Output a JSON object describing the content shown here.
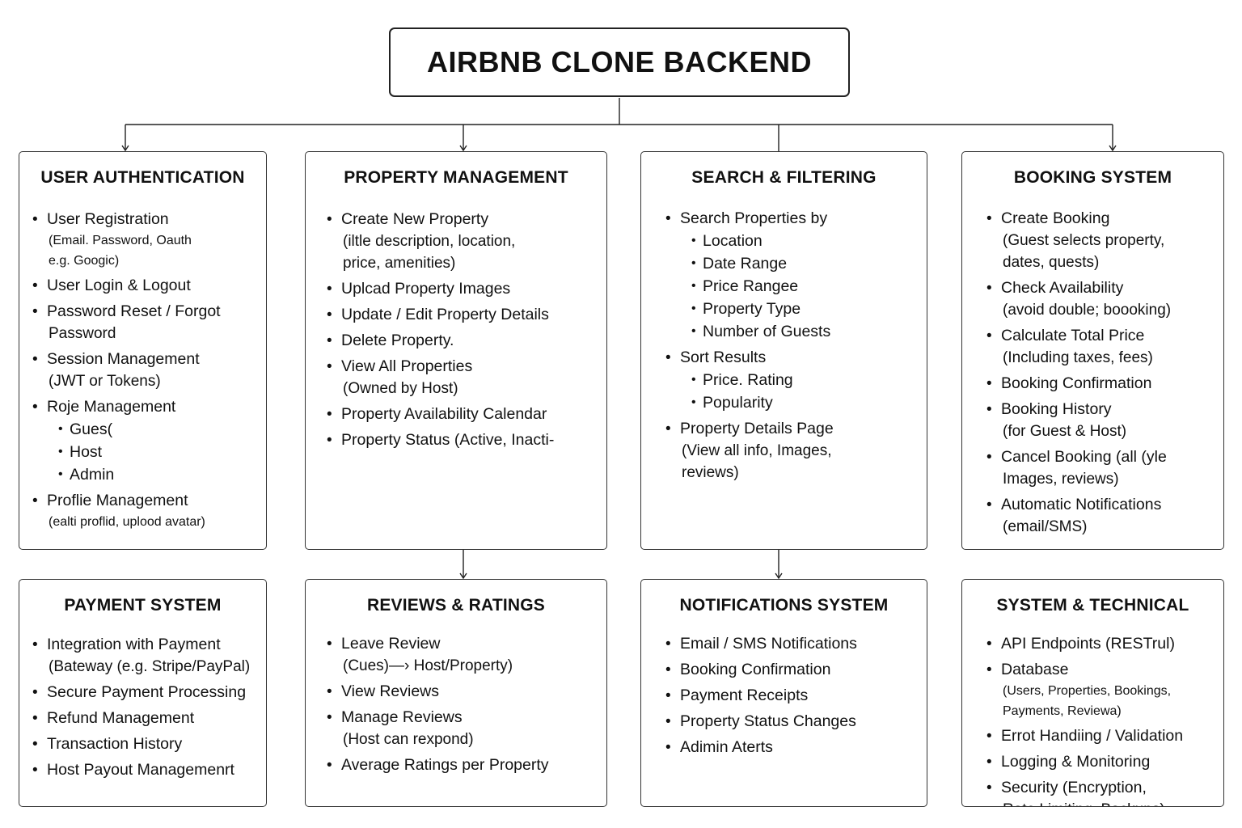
{
  "title": "AIRBNB CLONE BACKEND",
  "boxes": [
    {
      "heading": "USER AUTHENTICATION",
      "items": [
        {
          "text": "User Registration",
          "subs": [
            "(Email. Password, Oauth",
            "e.g. Googic)"
          ],
          "small": true
        },
        {
          "text": "User Login & Logout"
        },
        {
          "text": "Password Reset / Forgot",
          "subs": [
            "Password"
          ]
        },
        {
          "text": "Session Management",
          "subs": [
            "(JWT or Tokens)"
          ]
        },
        {
          "text": "Roje Management",
          "bullets": [
            "Gues(",
            "Host",
            "Admin"
          ]
        },
        {
          "text": "Proflie Management",
          "subs": [
            "(ealti proflid, uplood avatar)"
          ],
          "small": true
        }
      ]
    },
    {
      "heading": "PROPERTY MANAGEMENT",
      "items": [
        {
          "text": "Create New Property",
          "subs": [
            "(iltle  description, location,",
            "price, amenities)"
          ]
        },
        {
          "text": "Uplcad Property Images"
        },
        {
          "text": "Update / Edit Property  Details"
        },
        {
          "text": "Delete Property."
        },
        {
          "text": "View All Properties",
          "subs": [
            "(Owned by Host)"
          ]
        },
        {
          "text": "Property Availability Calendar"
        },
        {
          "text": "Property Status (Active, Inacti-"
        }
      ]
    },
    {
      "heading": "SEARCH & FILTERING",
      "items": [
        {
          "text": "Search Properties by",
          "bullets": [
            "Location",
            "Date Range",
            "Price Rangee",
            "Property Type",
            "Number of Guests"
          ]
        },
        {
          "text": "Sort Results",
          "bullets": [
            "Price. Rating",
            "Popularity"
          ]
        },
        {
          "text": "Property Details Page",
          "subs": [
            "(View all info, Images,",
            "reviews)"
          ]
        }
      ]
    },
    {
      "heading": "BOOKING SYSTEM",
      "items": [
        {
          "text": "Create Booking",
          "subs": [
            "(Guest selects property,",
            "dates, quests)"
          ]
        },
        {
          "text": "Check Availability",
          "subs": [
            "(avoid double; boooking)"
          ]
        },
        {
          "text": "Calculate Total Price",
          "subs": [
            "(Including taxes, fees)"
          ]
        },
        {
          "text": "Booking Confirmation"
        },
        {
          "text": "Booking History",
          "subs": [
            "(for Guest & Host)"
          ]
        },
        {
          "text": "Cancel Booking (all (yle",
          "subs": [
            "Images, reviews)"
          ]
        },
        {
          "text": "Automatic Notifications",
          "subs": [
            "(email/SMS)"
          ]
        }
      ]
    },
    {
      "heading": "PAYMENT SYSTEM",
      "items": [
        {
          "text": "Integration with Payment",
          "subs": [
            "(Bateway (e.g. Stripe/PayPal)"
          ]
        },
        {
          "text": "Secure Payment Processing"
        },
        {
          "text": "Refund Management"
        },
        {
          "text": "Transaction History"
        },
        {
          "text": "Host Payout Managemenrt"
        }
      ]
    },
    {
      "heading": "REVIEWS & RATINGS",
      "items": [
        {
          "text": "Leave Review",
          "subs": [
            "(Cues)—› Host/Property)"
          ]
        },
        {
          "text": "View Reviews"
        },
        {
          "text": "Manage Reviews",
          "subs": [
            "(Host can rexpond)"
          ]
        },
        {
          "text": "Average Ratings per  Property"
        }
      ]
    },
    {
      "heading": "NOTIFICATIONS SYSTEM",
      "items": [
        {
          "text": "Email / SMS Notifications"
        },
        {
          "text": "Booking Confirmation"
        },
        {
          "text": "Payment Receipts"
        },
        {
          "text": "Property Status Changes"
        },
        {
          "text": "Adimin Aterts"
        }
      ]
    },
    {
      "heading": "SYSTEM & TECHNICAL",
      "items": [
        {
          "text": "API Endpoints (RESTrul)"
        },
        {
          "text": "Database",
          "subs": [
            "(Users, Properties, Bookings,",
            "Payments, Reviewa)"
          ],
          "small": true
        },
        {
          "text": "Errot Handiing / Validation"
        },
        {
          "text": "Logging & Monitoring"
        },
        {
          "text": "Security (Encryption,",
          "subs": [
            "Rate Limiting, Backups)"
          ]
        }
      ]
    }
  ]
}
